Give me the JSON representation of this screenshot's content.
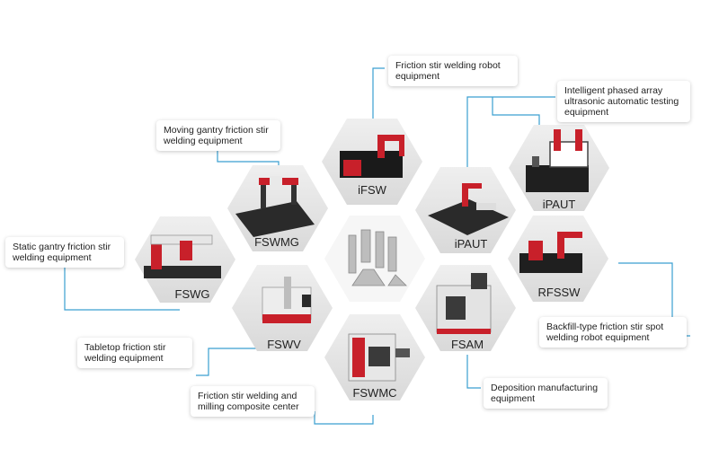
{
  "hexagons": {
    "ifsw": "iFSW",
    "ipaut_top": "iPAUT",
    "fswmg": "FSWMG",
    "ipaut": "iPAUT",
    "fswg": "FSWG",
    "rfssw": "RFSSW",
    "fswv": "FSWV",
    "fsam": "FSAM",
    "fswmc": "FSWMC"
  },
  "labels": {
    "robot": "Friction stir welding robot equipment",
    "phased_array": "Intelligent phased array ultrasonic automatic testing equipment",
    "moving_gantry": "Moving gantry friction stir welding equipment",
    "static_gantry": "Static gantry friction stir welding equipment",
    "backfill": "Backfill-type friction stir spot welding robot equipment",
    "tabletop": "Tabletop friction stir welding equipment",
    "deposition": "Deposition manufacturing equipment",
    "milling": "Friction stir welding and milling composite center"
  },
  "colors": {
    "connector": "#3a9fd0",
    "hex_fill": "#e4e4e4",
    "brand_red": "#c8202a",
    "platform": "#2a2a2a"
  }
}
